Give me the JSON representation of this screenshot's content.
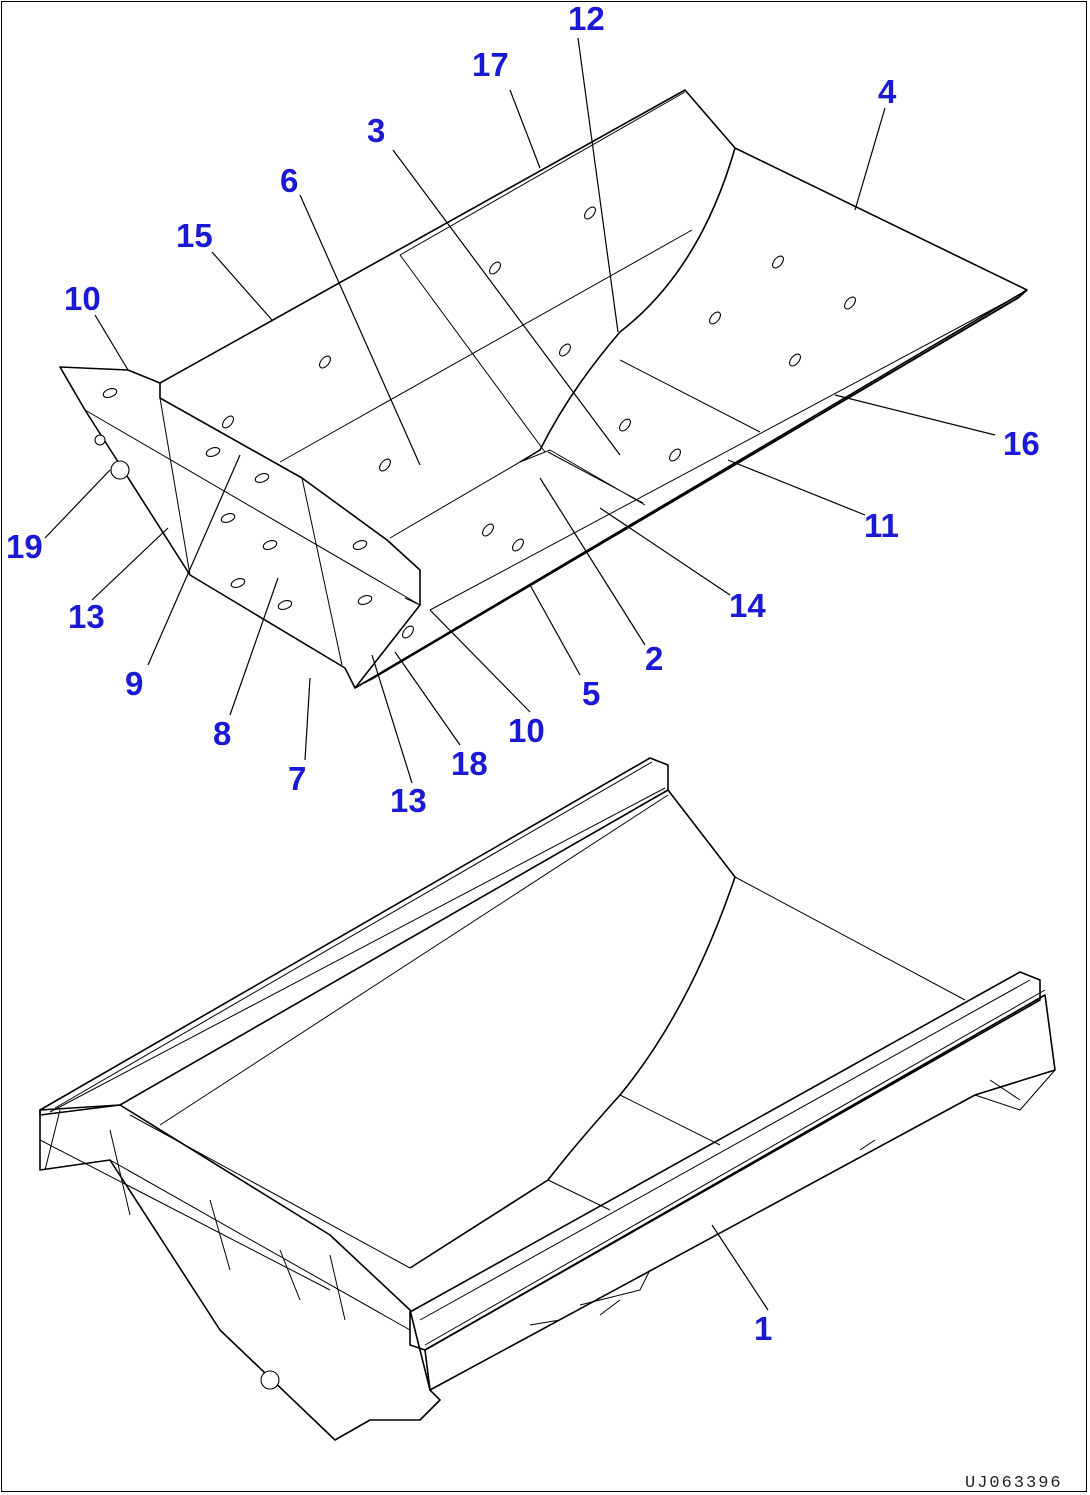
{
  "diagram": {
    "callouts": [
      {
        "id": "c-12",
        "label": "12"
      },
      {
        "id": "c-17",
        "label": "17"
      },
      {
        "id": "c-4",
        "label": "4"
      },
      {
        "id": "c-3",
        "label": "3"
      },
      {
        "id": "c-6",
        "label": "6"
      },
      {
        "id": "c-15",
        "label": "15"
      },
      {
        "id": "c-10a",
        "label": "10"
      },
      {
        "id": "c-16",
        "label": "16"
      },
      {
        "id": "c-11",
        "label": "11"
      },
      {
        "id": "c-19",
        "label": "19"
      },
      {
        "id": "c-14",
        "label": "14"
      },
      {
        "id": "c-13a",
        "label": "13"
      },
      {
        "id": "c-2",
        "label": "2"
      },
      {
        "id": "c-9",
        "label": "9"
      },
      {
        "id": "c-5",
        "label": "5"
      },
      {
        "id": "c-8",
        "label": "8"
      },
      {
        "id": "c-10b",
        "label": "10"
      },
      {
        "id": "c-18",
        "label": "18"
      },
      {
        "id": "c-7",
        "label": "7"
      },
      {
        "id": "c-13b",
        "label": "13"
      },
      {
        "id": "c-1",
        "label": "1"
      }
    ],
    "drawing_code": "UJ063396",
    "colors": {
      "callout": "#1a1ad6",
      "line": "#000000",
      "background": "#ffffff"
    }
  }
}
